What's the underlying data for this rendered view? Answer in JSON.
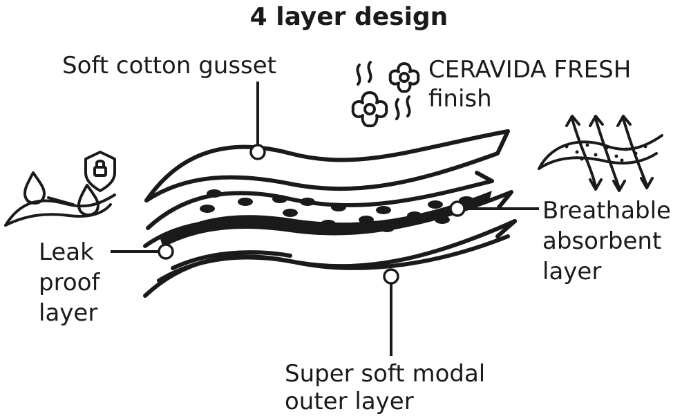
{
  "title": "4 layer design",
  "labels": {
    "cotton": "Soft cotton gusset",
    "fresh_line1": "CERAVIDA FRESH",
    "fresh_line2": "finish",
    "breathable_line1": "Breathable",
    "breathable_line2": "absorbent",
    "breathable_line3": "layer",
    "leak_line1": "Leak",
    "leak_line2": "proof",
    "leak_line3": "layer",
    "modal_line1": "Super soft modal",
    "modal_line2": "outer layer"
  },
  "icons": {
    "leak": "droplets-shield-lock-icon",
    "fresh": "flowers-scent-icon",
    "breathable": "breathable-fabric-arrows-icon"
  },
  "colors": {
    "ink": "#1a1a1a",
    "background": "#ffffff"
  }
}
